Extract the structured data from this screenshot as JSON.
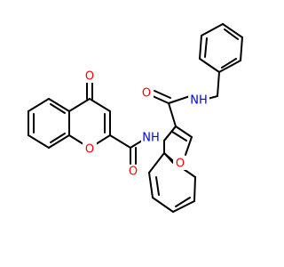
{
  "atoms": {
    "o_ketone": "O",
    "o_chromone_ring": "O",
    "o_amide_left": "O",
    "nh_left": "NH",
    "o_furan": "O",
    "o_amide_right": "O",
    "nh_right": "NH"
  },
  "colors": {
    "carbon_bond": "#000000",
    "oxygen": "#ff0000",
    "nitrogen": "#0000ff",
    "background": "#ffffff"
  }
}
